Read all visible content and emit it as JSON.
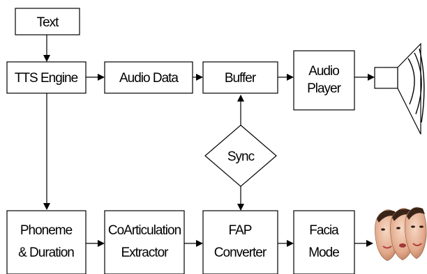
{
  "nodes": {
    "text": "Text",
    "tts_engine": "TTS Engine",
    "audio_data": "Audio Data",
    "buffer": "Buffer",
    "audio_player": [
      "Audio",
      "Player"
    ],
    "sync": "Sync",
    "phoneme_duration": [
      "Phoneme",
      "& Duration"
    ],
    "coarticulation_extractor": [
      "CoArticulation",
      "Extractor"
    ],
    "fap_converter": [
      "FAP",
      "Converter"
    ],
    "facial_model": [
      "Facia",
      "Mode"
    ]
  },
  "icons": {
    "speaker": "speaker-icon",
    "faces": "face-images-icon"
  },
  "colors": {
    "line": "#000000",
    "box_fill": "#ffffff",
    "skin": "#e8b89a"
  }
}
